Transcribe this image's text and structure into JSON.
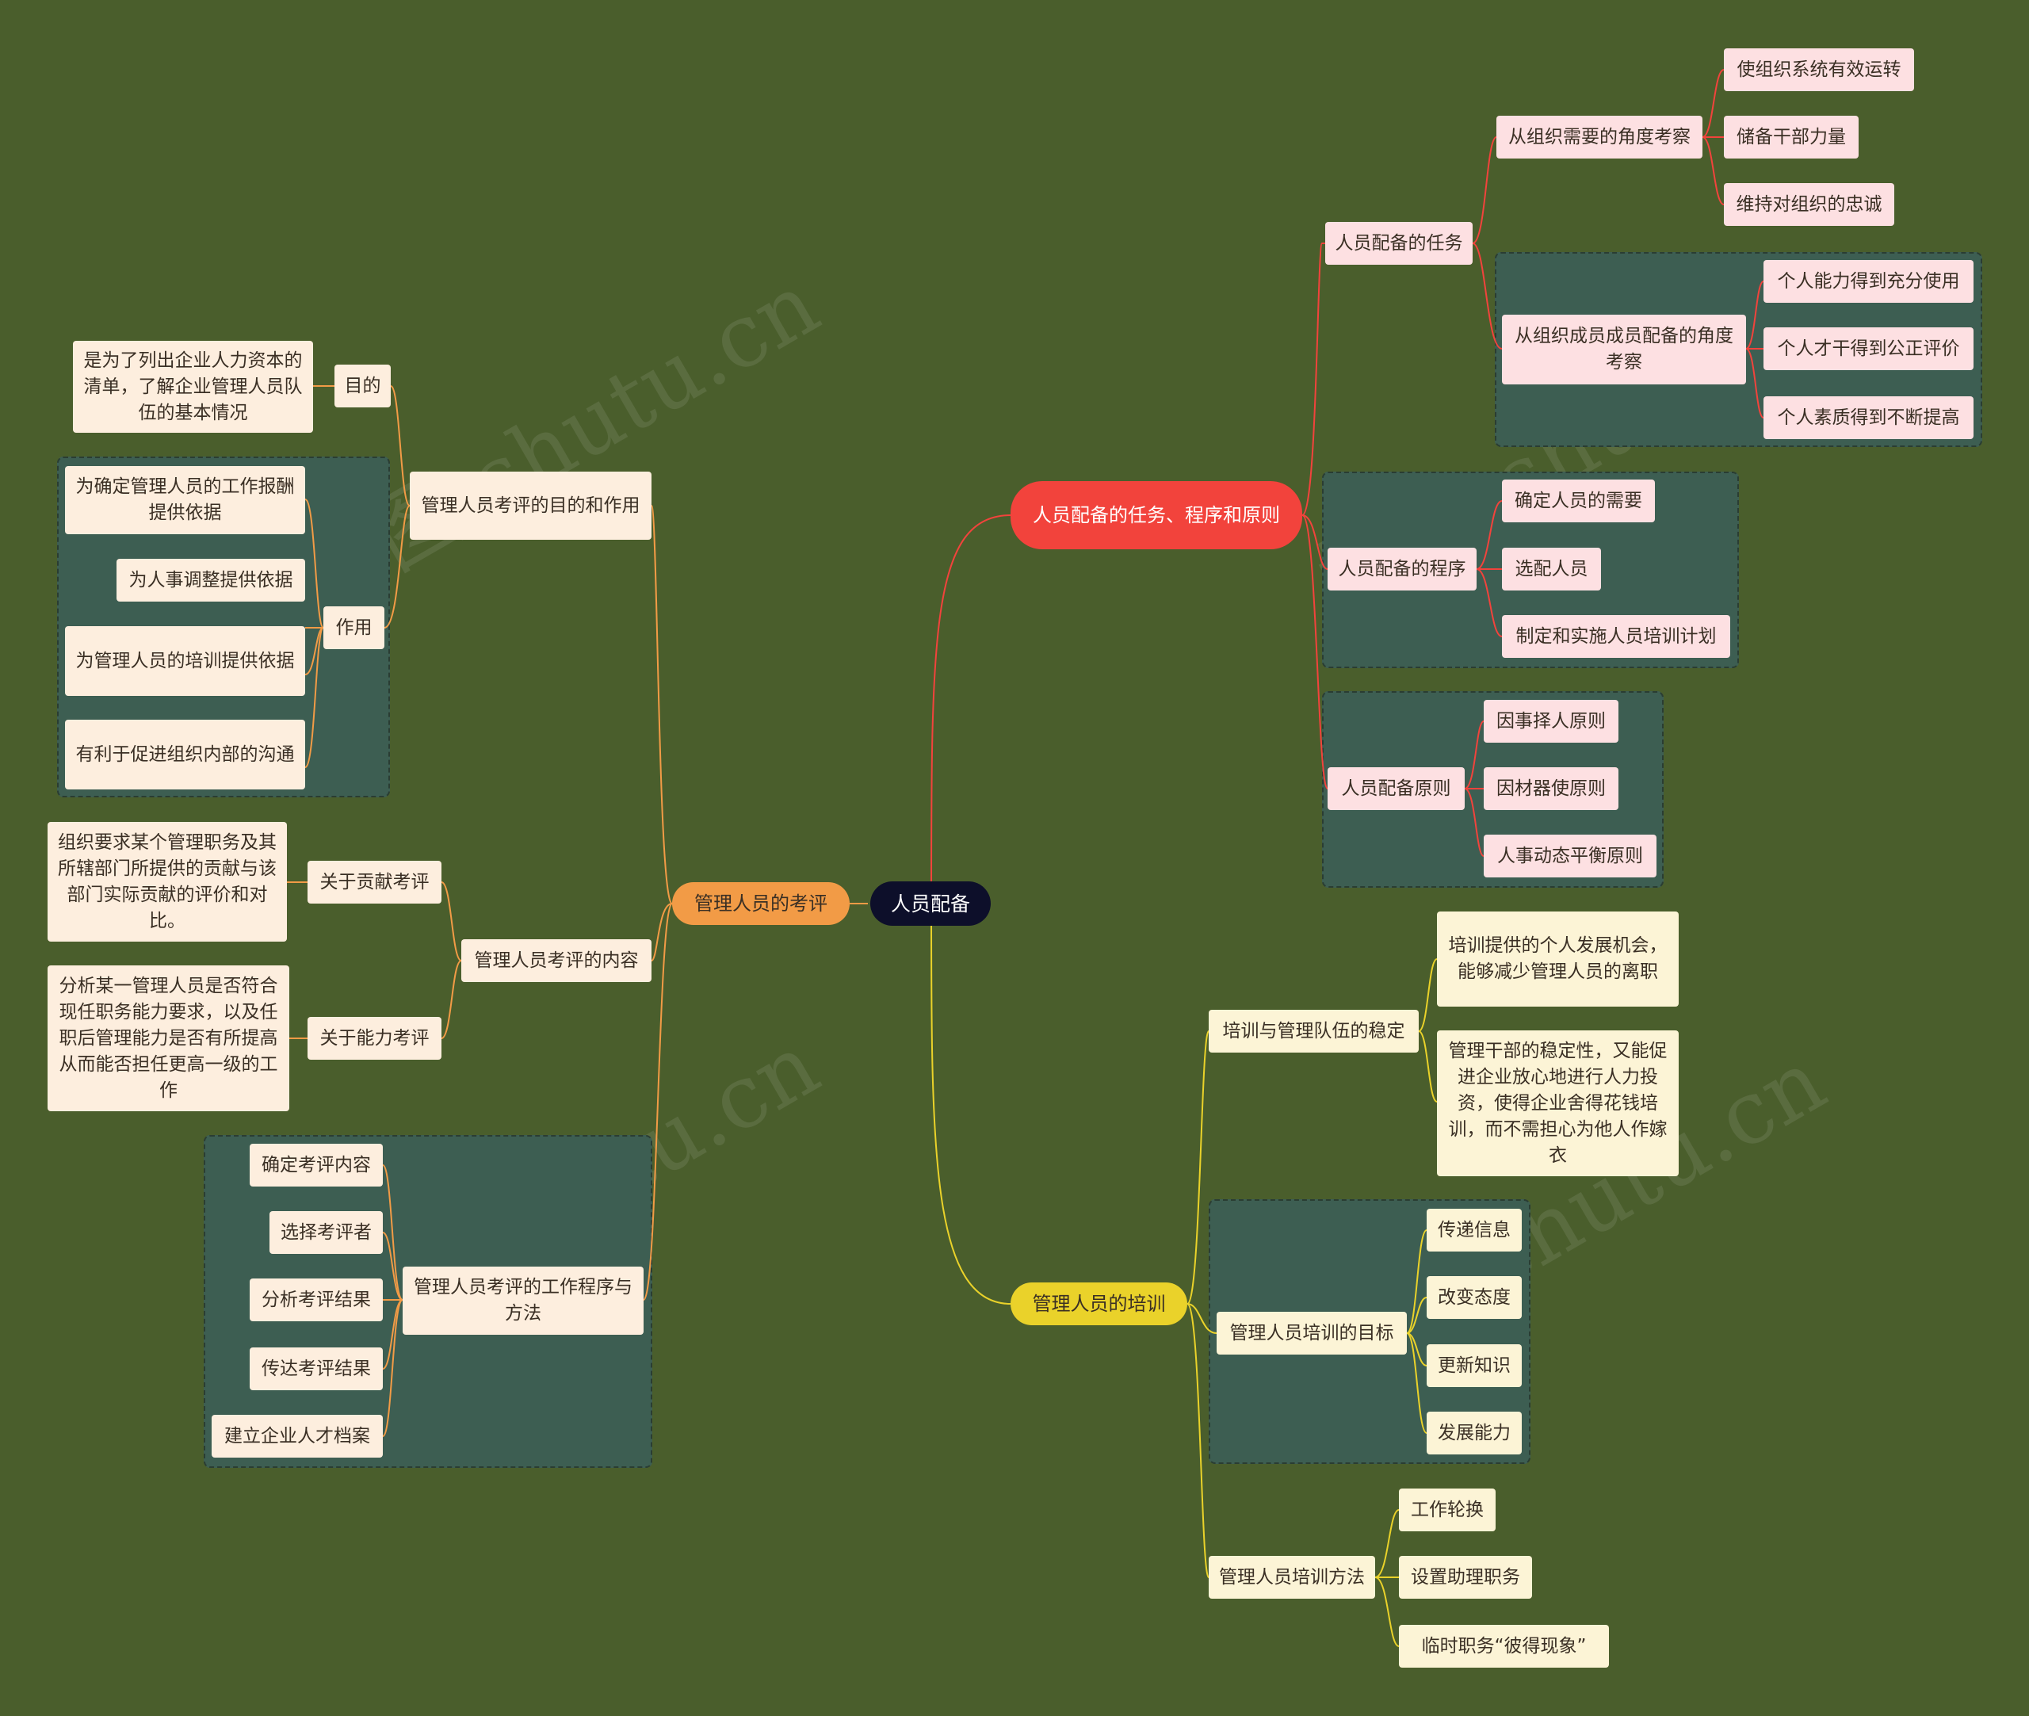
{
  "colors": {
    "background": "#4a5e2c",
    "root": "#0d0f2a",
    "branch_staffing": "#f2433c",
    "branch_appraisal": "#f29b46",
    "branch_training": "#ead22a",
    "leaf_pink": "#fde0e2",
    "leaf_peach": "#fdeede",
    "leaf_cream": "#fcf4d6",
    "group_fill": "#3d5e52"
  },
  "watermark": "树图 shutu.cn",
  "root": "人员配备",
  "branches": {
    "staffing": {
      "label": "人员配备的任务、程序和原则",
      "tasks": {
        "label": "人员配备的任务",
        "org_need": {
          "label": "从组织需要的角度考察",
          "items": [
            "使组织系统有效运转",
            "储备干部力量",
            "维持对组织的忠诚"
          ]
        },
        "member_view": {
          "label": "从组织成员成员配备的角度考察",
          "items": [
            "个人能力得到充分使用",
            "个人才干得到公正评价",
            "个人素质得到不断提高"
          ]
        }
      },
      "procedure": {
        "label": "人员配备的程序",
        "items": [
          "确定人员的需要",
          "选配人员",
          "制定和实施人员培训计划"
        ]
      },
      "principles": {
        "label": "人员配备原则",
        "items": [
          "因事择人原则",
          "因材器使原则",
          "人事动态平衡原则"
        ]
      }
    },
    "appraisal": {
      "label": "管理人员的考评",
      "purpose": {
        "label": "管理人员考评的目的和作用",
        "goal": {
          "label": "目的",
          "detail": "是为了列出企业人力资本的清单，了解企业管理人员队伍的基本情况"
        },
        "role": {
          "label": "作用",
          "items": [
            "为确定管理人员的工作报酬提供依据",
            "为人事调整提供依据",
            "为管理人员的培训提供依据",
            "有利于促进组织内部的沟通"
          ]
        }
      },
      "content": {
        "label": "管理人员考评的内容",
        "contribution": {
          "label": "关于贡献考评",
          "detail": "组织要求某个管理职务及其所辖部门所提供的贡献与该部门实际贡献的评价和对比。"
        },
        "ability": {
          "label": "关于能力考评",
          "detail": "分析某一管理人员是否符合现任职务能力要求，以及任职后管理能力是否有所提高从而能否担任更高一级的工作"
        }
      },
      "process": {
        "label": "管理人员考评的工作程序与方法",
        "items": [
          "确定考评内容",
          "选择考评者",
          "分析考评结果",
          "传达考评结果",
          "建立企业人才档案"
        ]
      }
    },
    "training": {
      "label": "管理人员的培训",
      "stability": {
        "label": "培训与管理队伍的稳定",
        "items": [
          "培训提供的个人发展机会，能够减少管理人员的离职",
          "管理干部的稳定性，又能促进企业放心地进行人力投资，使得企业舍得花钱培训，而不需担心为他人作嫁衣"
        ]
      },
      "goals": {
        "label": "管理人员培训的目标",
        "items": [
          "传递信息",
          "改变态度",
          "更新知识",
          "发展能力"
        ]
      },
      "methods": {
        "label": "管理人员培训方法",
        "items": [
          "工作轮换",
          "设置助理职务",
          "临时职务“彼得现象”"
        ]
      }
    }
  }
}
